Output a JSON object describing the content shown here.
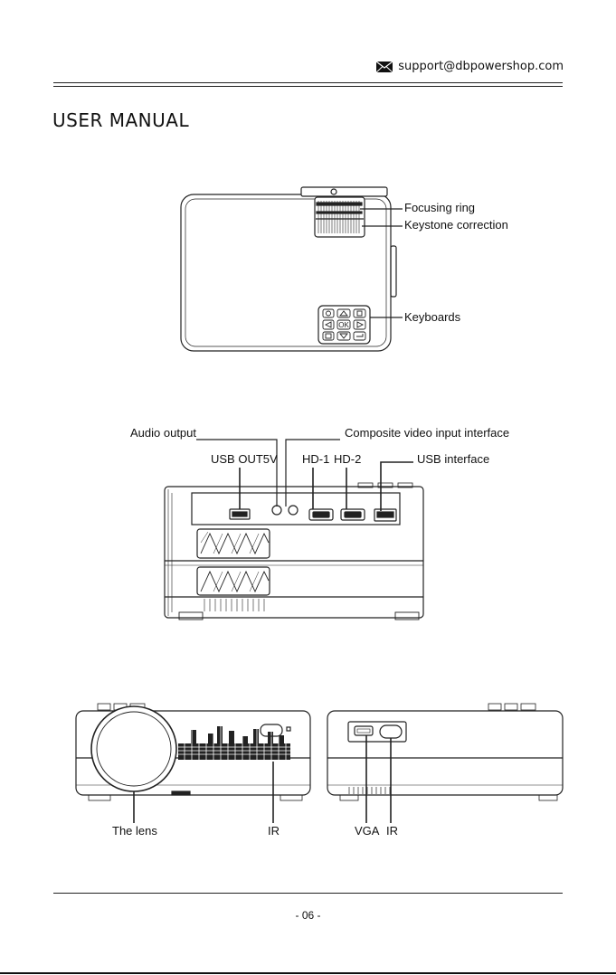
{
  "header": {
    "email": "support@dbpowershop.com",
    "email_icon": "envelope-icon"
  },
  "title": "USER MANUAL",
  "top_view": {
    "labels": {
      "focusing_ring": "Focusing ring",
      "keystone": "Keystone correction",
      "keyboards": "Keyboards"
    },
    "keys": {
      "ok": "OK"
    }
  },
  "back_view": {
    "labels": {
      "audio_output": "Audio output",
      "composite": "Composite video input interface",
      "usb_out": "USB OUT5V",
      "hd1": "HD-1",
      "hd2": "HD-2",
      "usb_interface": "USB interface"
    }
  },
  "front_side_view": {
    "labels": {
      "lens": "The lens",
      "ir_front": "IR",
      "vga": "VGA",
      "ir_side": "IR"
    }
  },
  "footer": {
    "page": "- 06 -"
  }
}
